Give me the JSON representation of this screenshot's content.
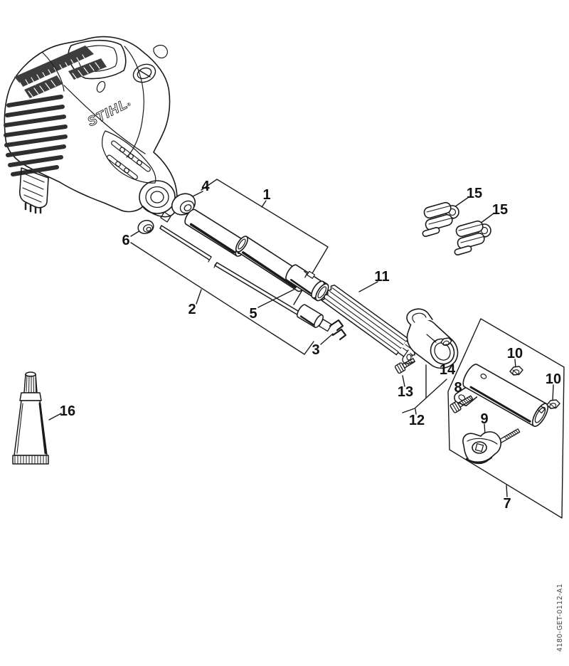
{
  "diagram": {
    "brand": "STIHL",
    "brand_mark": "®",
    "drawing_code": "4180-GET-0112-A1",
    "callouts": {
      "c1": "1",
      "c2": "2",
      "c3": "3",
      "c4": "4",
      "c5": "5",
      "c6": "6",
      "c7": "7",
      "c8": "8",
      "c9": "9",
      "c10a": "10",
      "c10b": "10",
      "c11": "11",
      "c12": "12",
      "c13": "13",
      "c14": "14",
      "c15a": "15",
      "c15b": "15",
      "c16": "16"
    },
    "colors": {
      "line": "#1a1a1a",
      "label": "#111111",
      "background": "#ffffff",
      "hatch": "#3d3d3d"
    }
  }
}
